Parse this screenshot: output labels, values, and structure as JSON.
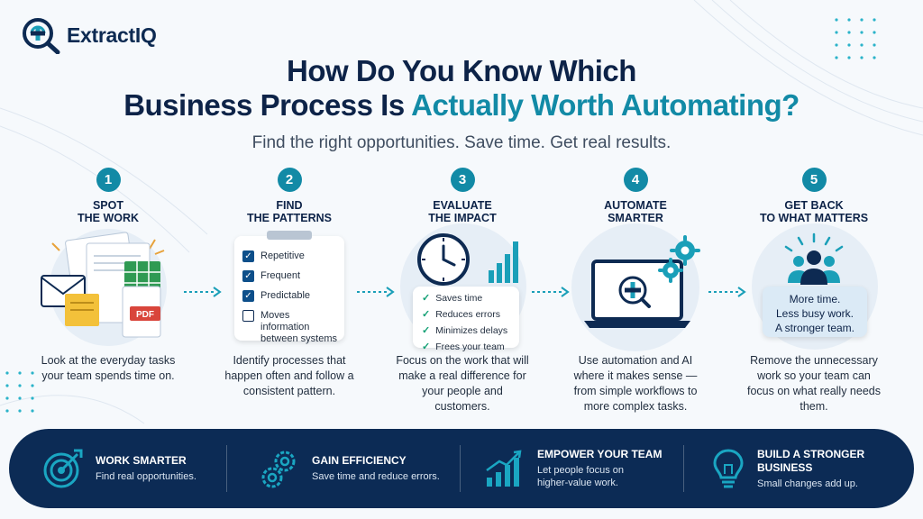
{
  "brand": {
    "name": "ExtractIQ",
    "logo_icon": "plus-magnifier-icon"
  },
  "heading": {
    "line1": "How Do You Know Which",
    "line2_prefix": "Business Process Is ",
    "line2_accent": "Actually Worth Automating?"
  },
  "subtitle": "Find the right opportunities. Save time. Get real results.",
  "colors": {
    "navy": "#0c2b55",
    "teal": "#128aa6",
    "background": "#f6f9fc"
  },
  "steps": [
    {
      "number": "1",
      "title_line1": "SPOT",
      "title_line2": "THE WORK",
      "description": "Look at the everyday tasks your team spends time on.",
      "illustration": "documents-email-spreadsheet-pdf-icon"
    },
    {
      "number": "2",
      "title_line1": "FIND",
      "title_line2": "THE PATTERNS",
      "description": "Identify processes that happen often and follow a consistent pattern.",
      "checklist": [
        {
          "label": "Repetitive",
          "checked": true
        },
        {
          "label": "Frequent",
          "checked": true
        },
        {
          "label": "Predictable",
          "checked": true
        },
        {
          "label": "Moves information between systems",
          "checked": false
        }
      ]
    },
    {
      "number": "3",
      "title_line1": "EVALUATE",
      "title_line2": "THE IMPACT",
      "description": "Focus on the work that will make a real difference for your people and customers.",
      "benefits": [
        "Saves time",
        "Reduces errors",
        "Minimizes delays",
        "Frees your team"
      ],
      "illustration": "clock-bar-chart-icon"
    },
    {
      "number": "4",
      "title_line1": "AUTOMATE",
      "title_line2": "SMARTER",
      "description": "Use automation and AI where it makes sense — from simple workflows to more complex tasks.",
      "illustration": "laptop-gears-icon"
    },
    {
      "number": "5",
      "title_line1": "GET BACK",
      "title_line2": "TO WHAT MATTERS",
      "description": "Remove the unnecessary work so your team can focus on what really needs them.",
      "taglines": [
        "More time.",
        "Less busy work.",
        "A stronger team."
      ],
      "illustration": "team-people-icon"
    }
  ],
  "bottom_bar": [
    {
      "title": "WORK SMARTER",
      "subtitle": "Find real opportunities.",
      "icon": "target-arrow-icon"
    },
    {
      "title": "GAIN EFFICIENCY",
      "subtitle": "Save time and reduce errors.",
      "icon": "gears-icon"
    },
    {
      "title": "EMPOWER YOUR TEAM",
      "subtitle_line1": "Let people focus on",
      "subtitle_line2": "higher-value work.",
      "icon": "growth-chart-icon"
    },
    {
      "title_line1": "BUILD A STRONGER",
      "title_line2": "BUSINESS",
      "subtitle": "Small changes add up.",
      "icon": "lightbulb-icon"
    }
  ]
}
